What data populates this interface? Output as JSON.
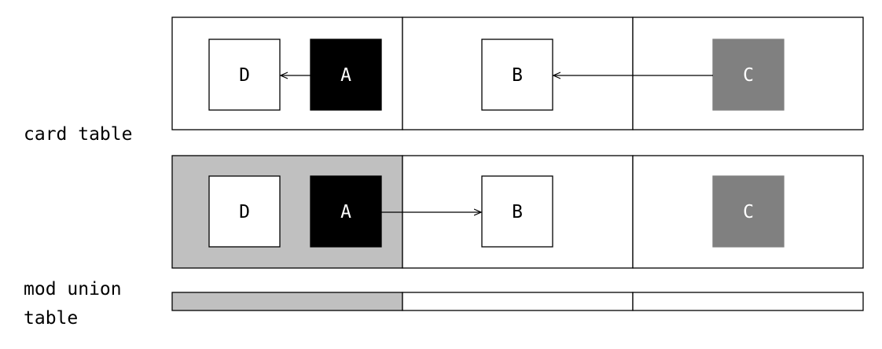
{
  "labels": {
    "card_table": "card table",
    "mod_union_line1": "mod union",
    "mod_union_line2": "table"
  },
  "colors": {
    "black_box": "#000000",
    "gray_box": "#808080",
    "marked_region": "#c0c0c0",
    "white": "#ffffff",
    "stroke": "#000000"
  },
  "card_table": {
    "regions": [
      {
        "marked": false,
        "objects": [
          "D",
          "A"
        ]
      },
      {
        "marked": false,
        "objects": [
          "B"
        ]
      },
      {
        "marked": false,
        "objects": [
          "C"
        ]
      }
    ],
    "objects": [
      {
        "name": "D",
        "fill": "white"
      },
      {
        "name": "A",
        "fill": "black"
      },
      {
        "name": "B",
        "fill": "white"
      },
      {
        "name": "C",
        "fill": "gray"
      }
    ],
    "edges": [
      {
        "from": "A",
        "to": "D"
      },
      {
        "from": "C",
        "to": "B"
      }
    ]
  },
  "mod_union": {
    "regions": [
      {
        "marked": true,
        "objects": [
          "D",
          "A"
        ]
      },
      {
        "marked": false,
        "objects": [
          "B"
        ]
      },
      {
        "marked": false,
        "objects": [
          "C"
        ]
      }
    ],
    "objects": [
      {
        "name": "D",
        "fill": "white"
      },
      {
        "name": "A",
        "fill": "black"
      },
      {
        "name": "B",
        "fill": "white"
      },
      {
        "name": "C",
        "fill": "gray"
      }
    ],
    "edges": [
      {
        "from": "A",
        "to": "B"
      }
    ],
    "bitmap": [
      true,
      false,
      false
    ]
  }
}
